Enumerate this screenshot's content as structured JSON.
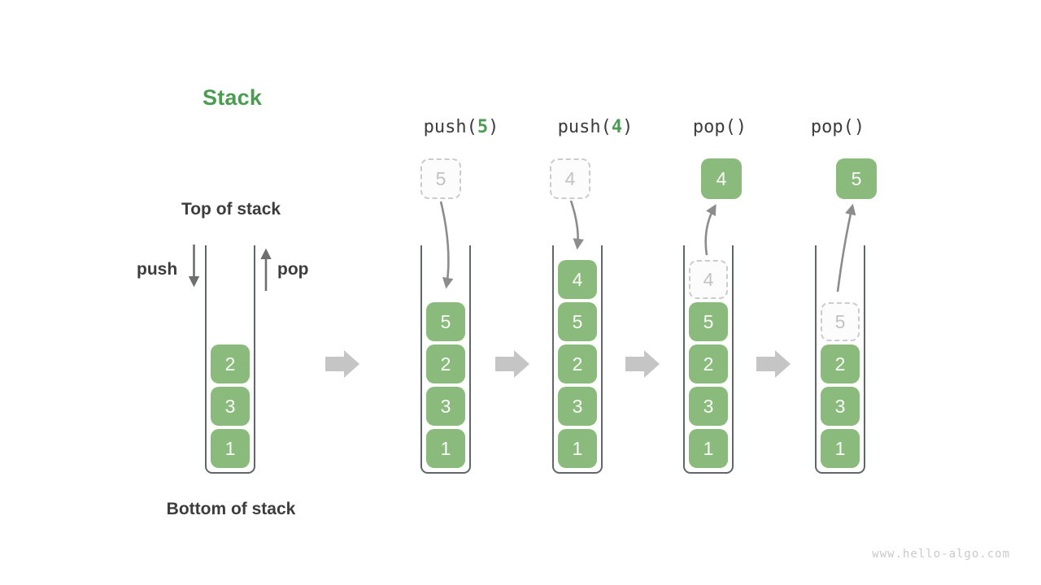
{
  "title": "Stack",
  "watermark": "www.hello-algo.com",
  "labels": {
    "top_of_stack": "Top of stack",
    "bottom_of_stack": "Bottom of stack",
    "push": "push",
    "pop": "pop"
  },
  "operations": [
    {
      "name": "push-5",
      "prefix": "push(",
      "arg": "5",
      "suffix": ")"
    },
    {
      "name": "push-4",
      "prefix": "push(",
      "arg": "4",
      "suffix": ")"
    },
    {
      "name": "pop-first",
      "prefix": "pop(",
      "arg": "",
      "suffix": ")"
    },
    {
      "name": "pop-second",
      "prefix": "pop(",
      "arg": "",
      "suffix": ")"
    }
  ],
  "stacks": [
    {
      "name": "stack-initial",
      "cells": [
        {
          "value": "2",
          "variant": "solid"
        },
        {
          "value": "3",
          "variant": "solid"
        },
        {
          "value": "1",
          "variant": "solid"
        }
      ]
    },
    {
      "name": "stack-after-push-5",
      "cells": [
        {
          "value": "5",
          "variant": "solid"
        },
        {
          "value": "2",
          "variant": "solid"
        },
        {
          "value": "3",
          "variant": "solid"
        },
        {
          "value": "1",
          "variant": "solid"
        }
      ]
    },
    {
      "name": "stack-after-push-4",
      "cells": [
        {
          "value": "4",
          "variant": "solid"
        },
        {
          "value": "5",
          "variant": "solid"
        },
        {
          "value": "2",
          "variant": "solid"
        },
        {
          "value": "3",
          "variant": "solid"
        },
        {
          "value": "1",
          "variant": "solid"
        }
      ]
    },
    {
      "name": "stack-during-pop-4",
      "cells": [
        {
          "value": "4",
          "variant": "dashed"
        },
        {
          "value": "5",
          "variant": "solid"
        },
        {
          "value": "2",
          "variant": "solid"
        },
        {
          "value": "3",
          "variant": "solid"
        },
        {
          "value": "1",
          "variant": "solid"
        }
      ]
    },
    {
      "name": "stack-during-pop-5",
      "cells": [
        {
          "value": "5",
          "variant": "dashed"
        },
        {
          "value": "2",
          "variant": "solid"
        },
        {
          "value": "3",
          "variant": "solid"
        },
        {
          "value": "1",
          "variant": "solid"
        }
      ]
    }
  ],
  "floating_items": [
    {
      "column": "push-5",
      "value": "5",
      "variant": "dashed"
    },
    {
      "column": "push-4",
      "value": "4",
      "variant": "dashed"
    },
    {
      "column": "pop-first",
      "value": "4",
      "variant": "solid"
    },
    {
      "column": "pop-second",
      "value": "5",
      "variant": "solid"
    }
  ],
  "colors": {
    "box_green": "#8bbb7c",
    "accent_green": "#4a9c50",
    "text_dark": "#3c3c3c",
    "box_text": "#fafafa",
    "dashed_border": "#cccccc",
    "dashed_text": "#c2c2c2",
    "well_border": "#60666b",
    "flow_arrow": "#c5c5c5",
    "motion_arrow": "#8c8c8c",
    "io_arrow": "#6e6e6e",
    "watermark": "#c9c9c9"
  }
}
